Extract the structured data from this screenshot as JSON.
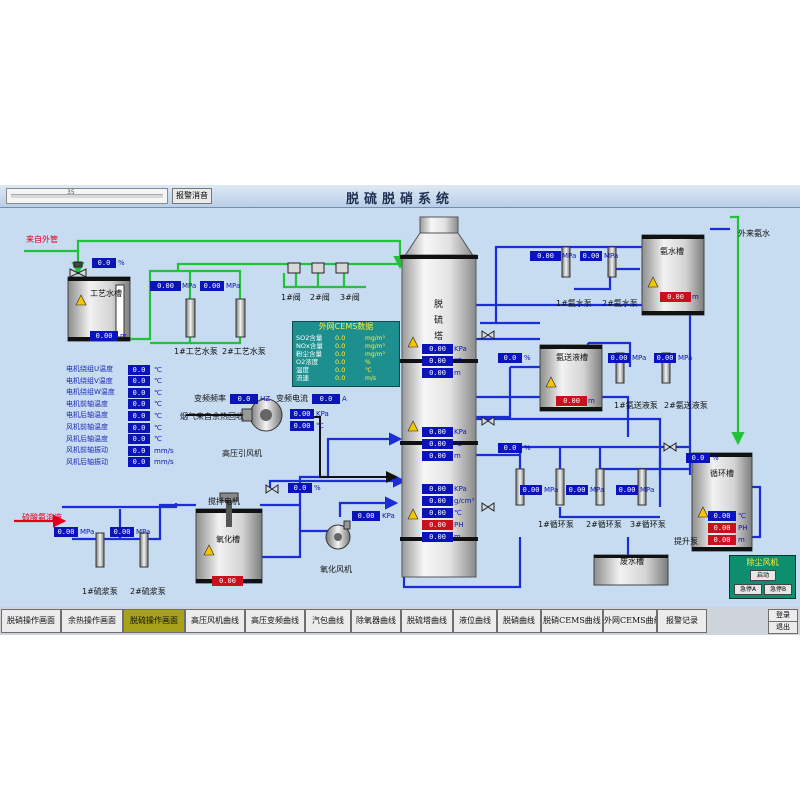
{
  "title": "脱硫脱硝系统",
  "top": {
    "slider_value": "35",
    "alarm_button": "报警消音"
  },
  "colors": {
    "pipe_blue": "#1b2dd6",
    "pipe_green": "#20c23a",
    "pipe_red": "#e0001a",
    "value_blue": "#0a14b8",
    "value_red": "#c8101e",
    "background": "#c7dcf0",
    "nav_active": "#a8a21a"
  },
  "labels": {
    "inlet": "来自外管",
    "process_tank": "工艺水槽",
    "process_pump1": "1#工艺水泵",
    "process_pump2": "2#工艺水泵",
    "valve1": "1#阀",
    "valve2": "2#阀",
    "valve3": "3#阀",
    "ammonia_tank": "氨水槽",
    "ammonia_supply": "外来氨水",
    "ammonia_pump1": "1#氨水泵",
    "ammonia_pump2": "2#氨水泵",
    "tower_1": "脱",
    "tower_2": "硫",
    "tower_3": "塔",
    "transfer_tank": "氨送液槽",
    "transfer_pump1": "1#氨送液泵",
    "transfer_pump2": "2#氨送液泵",
    "circ_tank": "循环槽",
    "circ_pump1": "1#循环泵",
    "circ_pump2": "2#循环泵",
    "circ_pump3": "3#循环泵",
    "lift_pump": "提升泵",
    "waste_tank": "废水槽",
    "vfd_freq": "变频频率",
    "vfd_current": "变频电流",
    "flue_gas": "烟气来自余热回收",
    "hp_fan": "高压引风机",
    "stirrer": "搅拌电机",
    "acid": "硫酸氨溶液",
    "oxidation_tank": "氧化槽",
    "oxid_fan": "氧化风机",
    "slurry_pump1": "1#硫浆泵",
    "slurry_pump2": "2#硫浆泵"
  },
  "cems": {
    "title": "外网CEMS数据",
    "rows": [
      {
        "name": "SO2含量",
        "value": "0.0",
        "unit": "mg/m³"
      },
      {
        "name": "NOx含量",
        "value": "0.0",
        "unit": "mg/m³"
      },
      {
        "name": "粉尘含量",
        "value": "0.0",
        "unit": "mg/m³"
      },
      {
        "name": "O2浓度",
        "value": "0.0",
        "unit": "%"
      },
      {
        "name": "温度",
        "value": "0.0",
        "unit": "℃"
      },
      {
        "name": "流速",
        "value": "0.0",
        "unit": "m/s"
      }
    ]
  },
  "motor": {
    "rows": [
      {
        "name": "电机绕组U温度",
        "value": "0.0",
        "unit": "℃"
      },
      {
        "name": "电机绕组V温度",
        "value": "0.0",
        "unit": "℃"
      },
      {
        "name": "电机绕组W温度",
        "value": "0.0",
        "unit": "℃"
      },
      {
        "name": "电机前轴温度",
        "value": "0.0",
        "unit": "℃"
      },
      {
        "name": "电机后轴温度",
        "value": "0.0",
        "unit": "℃"
      },
      {
        "name": "风机前轴温度",
        "value": "0.0",
        "unit": "℃"
      },
      {
        "name": "风机后轴温度",
        "value": "0.0",
        "unit": "℃"
      },
      {
        "name": "风机前轴振动",
        "value": "0.0",
        "unit": "mm/s"
      },
      {
        "name": "风机后轴振动",
        "value": "0.0",
        "unit": "mm/s"
      }
    ]
  },
  "readings": {
    "inlet_pct": "0.0",
    "inlet_pct_unit": "%",
    "process_level": "0.00",
    "level_unit": "m",
    "process_p1": "0.00",
    "process_p2": "0.00",
    "mpa": "MPa",
    "ammonia_p1": "0.00",
    "ammonia_p2": "0.00",
    "ammonia_level": "0.00",
    "tower_top_kpa": "0.00",
    "tower_top_c": "0.00",
    "tower_top_m": "0.00",
    "tower_mid_kpa": "0.00",
    "tower_mid_c": "0.00",
    "tower_mid_m": "0.00",
    "tower_bot_kpa": "0.00",
    "tower_bot_g": "0.00",
    "tower_bot_c": "0.00",
    "tower_bot_ph": "0.00",
    "tower_bot_m": "0.00",
    "kpa": "KPa",
    "deg_c": "℃",
    "g_cm3": "g/cm³",
    "ph": "PH",
    "valve_pct_top": "0.0",
    "valve_pct_mid": "0.0",
    "valve_pct_circ": "0.0",
    "valve_pct_oxid": "0.0",
    "pct": "%",
    "transfer_p1": "0.00",
    "transfer_p2": "0.00",
    "transfer_level": "0.00",
    "circ_p1": "0.00",
    "circ_p2": "0.00",
    "circ_p3": "0.00",
    "circ_c": "0.00",
    "circ_ph": "0.00",
    "circ_level": "0.00",
    "vfd_freq": "0.0",
    "hz": "HZ",
    "vfd_current": "0.0",
    "amp": "A",
    "fan_kpa": "0.00",
    "fan_c": "0.00",
    "oxid_kpa": "0.00",
    "slurry_p1": "0.00",
    "slurry_p2": "0.00",
    "oxid_level": "0.00"
  },
  "dust": {
    "title": "除尘风机",
    "start": "启动",
    "stop_a": "急停A",
    "stop_b": "急停B"
  },
  "nav": [
    "脱硝操作画面",
    "余热操作画面",
    "脱硫操作画面",
    "高压风机曲线",
    "高压变频曲线",
    "汽包曲线",
    "除氧器曲线",
    "脱硫塔曲线",
    "液位曲线",
    "脱硝曲线",
    "脱硝CEMS曲线",
    "外网CEMS曲线",
    "报警记录"
  ],
  "nav_active": "脱硫操作画面",
  "exit": {
    "login": "登录",
    "logout": "退出"
  }
}
